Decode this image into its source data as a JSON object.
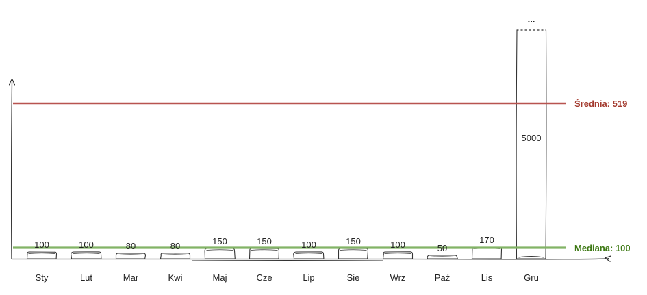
{
  "chart_data": {
    "type": "bar",
    "categories": [
      "Sty",
      "Lut",
      "Mar",
      "Kwi",
      "Maj",
      "Cze",
      "Lip",
      "Sie",
      "Wrz",
      "Paź",
      "Lis",
      "Gru"
    ],
    "values": [
      100,
      100,
      80,
      80,
      150,
      150,
      100,
      150,
      100,
      50,
      170,
      5000
    ],
    "value_labels": [
      "100",
      "100",
      "80",
      "80",
      "150",
      "150",
      "100",
      "150",
      "100",
      "50",
      "170",
      "5000"
    ],
    "truncated_marker": "...",
    "reference_lines": [
      {
        "label": "Średnia: 519",
        "value": 519,
        "color": "#b85450"
      },
      {
        "label": "Mediana: 100",
        "value": 100,
        "color": "#82b366"
      }
    ],
    "label_colors": {
      "mean": "#a33a2e",
      "median": "#3f7a16"
    },
    "axis_break": true
  }
}
